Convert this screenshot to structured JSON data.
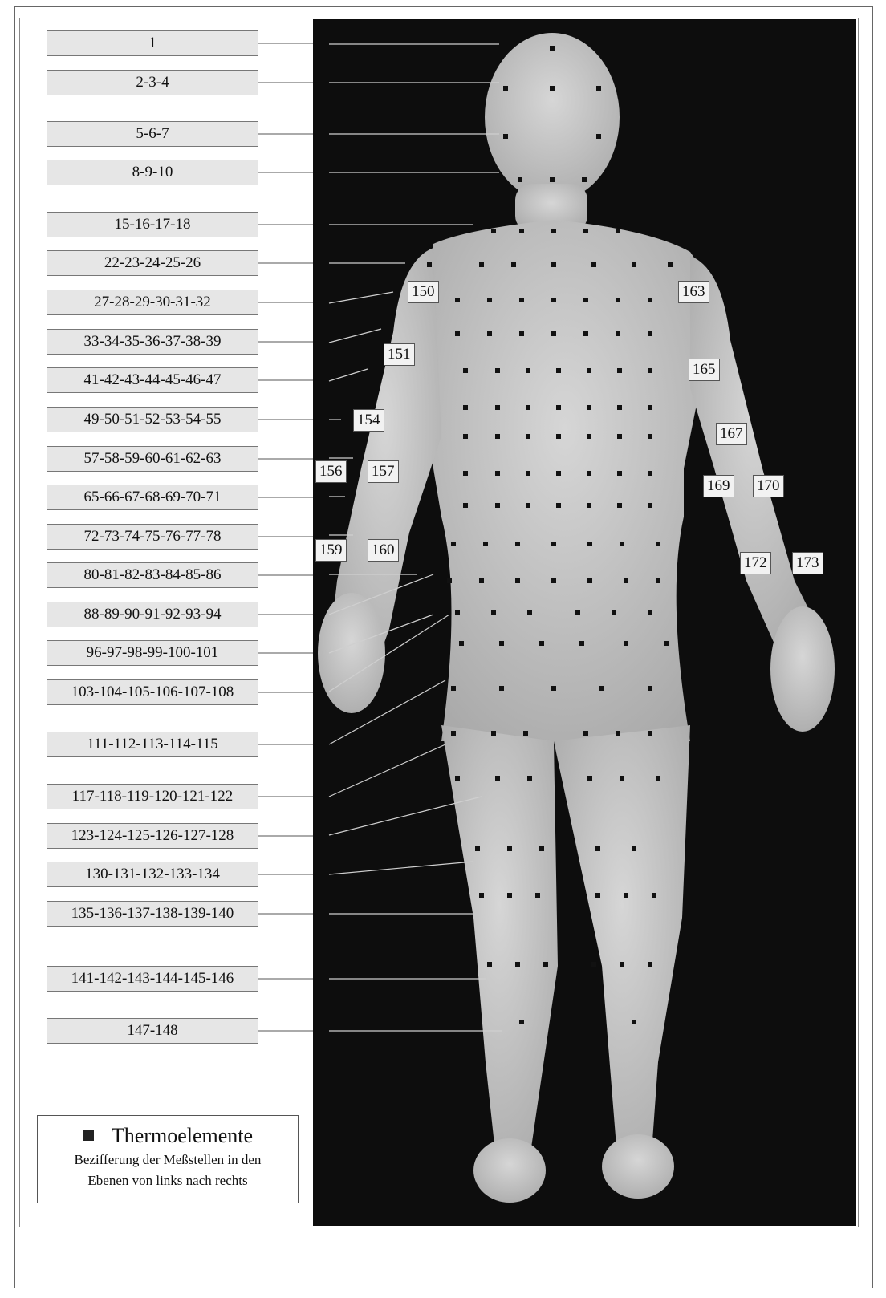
{
  "level_labels": [
    "1",
    "2-3-4",
    "5-6-7",
    "8-9-10",
    "15-16-17-18",
    "22-23-24-25-26",
    "27-28-29-30-31-32",
    "33-34-35-36-37-38-39",
    "41-42-43-44-45-46-47",
    "49-50-51-52-53-54-55",
    "57-58-59-60-61-62-63",
    "65-66-67-68-69-70-71",
    "72-73-74-75-76-77-78",
    "80-81-82-83-84-85-86",
    "88-89-90-91-92-93-94",
    "96-97-98-99-100-101",
    "103-104-105-106-107-108",
    "111-112-113-114-115",
    "117-118-119-120-121-122",
    "123-124-125-126-127-128",
    "130-131-132-133-134",
    "135-136-137-138-139-140",
    "141-142-143-144-145-146",
    "147-148"
  ],
  "point_tags": [
    "150",
    "163",
    "151",
    "165",
    "154",
    "167",
    "156",
    "157",
    "169",
    "170",
    "159",
    "160",
    "172",
    "173"
  ],
  "legend": {
    "symbol": "■",
    "title": "Thermoelemente",
    "line1": "Bezifferung der Meßstellen in den",
    "line2": "Ebenen von links nach rechts"
  },
  "colors": {
    "background": "#0d0d0d",
    "mannequin": "#c8c8c8",
    "marker": "#111111"
  }
}
